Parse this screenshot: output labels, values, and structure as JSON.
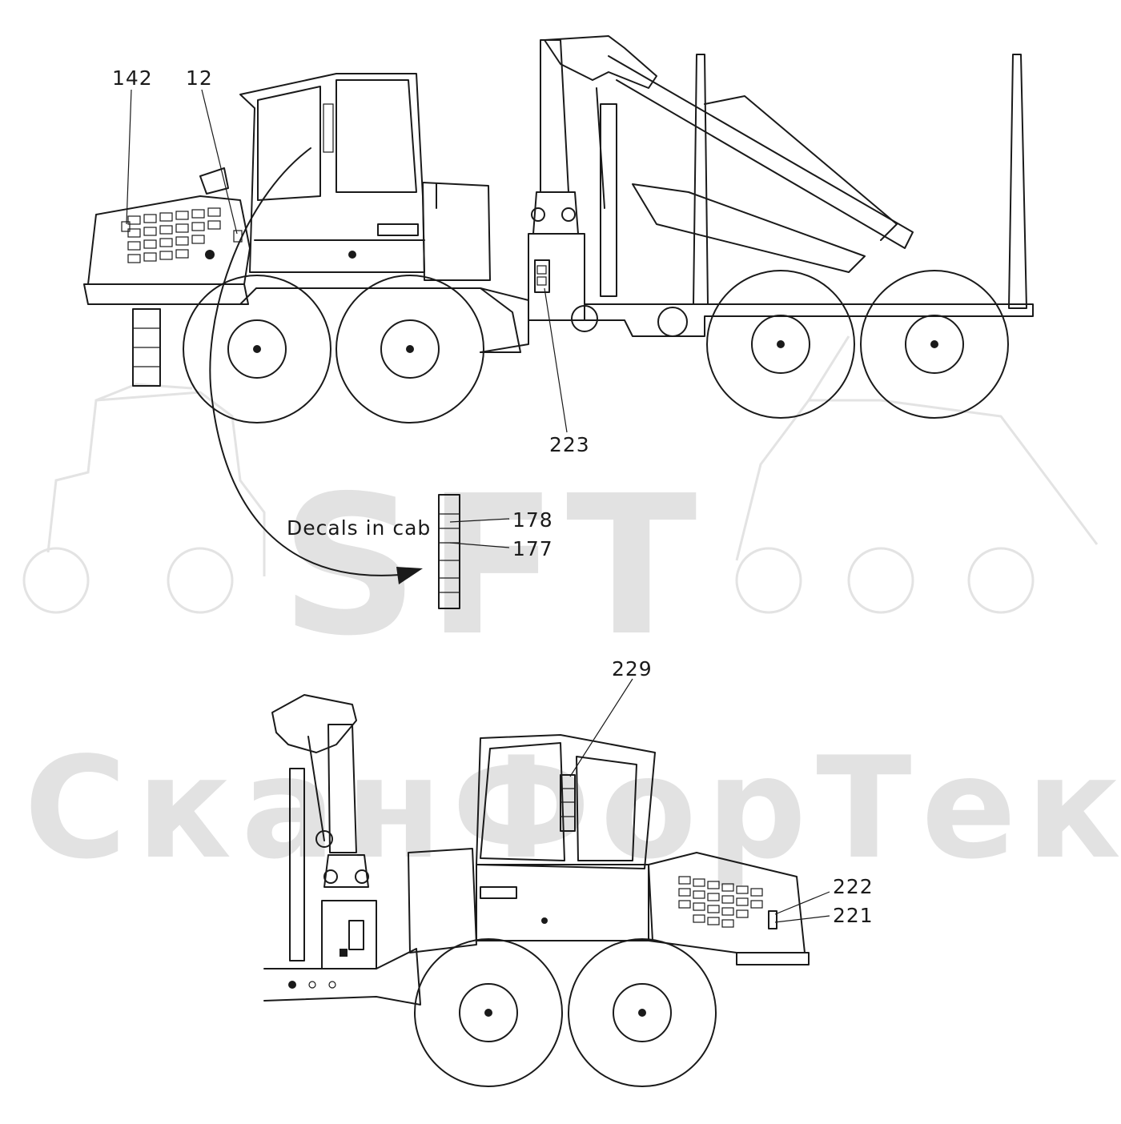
{
  "watermark": {
    "logo": "SFT",
    "text": "СканФорТек",
    "color": "#e2e2e2"
  },
  "callouts": {
    "c142": "142",
    "c12": "12",
    "c223": "223",
    "c178": "178",
    "c177": "177",
    "c229": "229",
    "c222": "222",
    "c221": "221"
  },
  "decals_label": "Decals in cab",
  "colors": {
    "line": "#1a1a1a",
    "background": "#ffffff"
  }
}
